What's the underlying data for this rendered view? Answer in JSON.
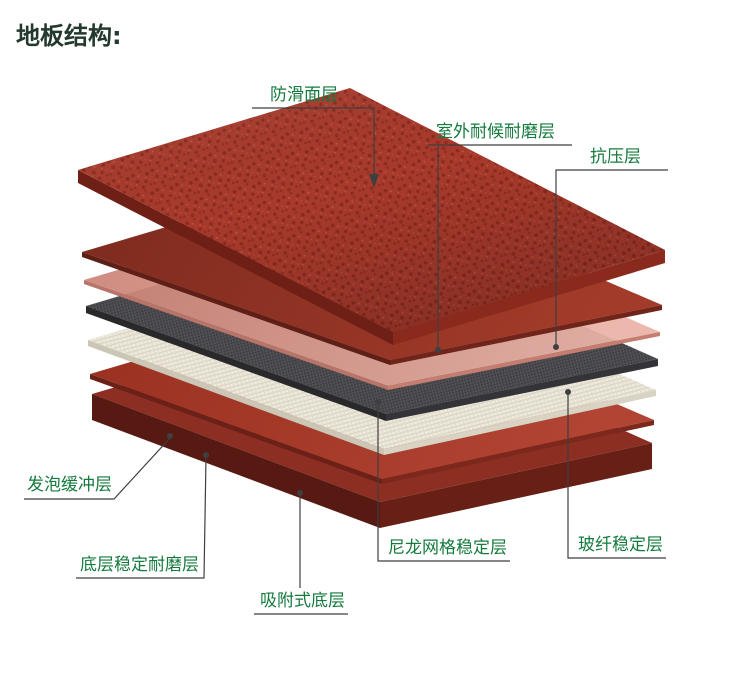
{
  "title": "地板结构:",
  "callouts": {
    "anti_slip": "防滑面层",
    "outdoor_wear": "室外耐候耐磨层",
    "compression": "抗压层",
    "foam_cushion": "发泡缓冲层",
    "bottom_wear": "底层稳定耐磨层",
    "adsorption_bottom": "吸附式底层",
    "nylon_mesh": "尼龙网格稳定层",
    "fiberglass": "玻纤稳定层"
  },
  "layers": [
    {
      "name": "anti-slip-surface",
      "label": "防滑面层",
      "color": "#a83a2c"
    },
    {
      "name": "outdoor-weather-wear",
      "label": "室外耐候耐磨层",
      "color": "#8e3122"
    },
    {
      "name": "compression-resistant",
      "label": "抗压层",
      "color": "#dd9588"
    },
    {
      "name": "nylon-mesh-stabilizer",
      "label": "尼龙网格稳定层",
      "color": "#4a4a4e"
    },
    {
      "name": "fiberglass-stabilizer",
      "label": "玻纤稳定层",
      "color": "#efebe0"
    },
    {
      "name": "bottom-stable-wear",
      "label": "底层稳定耐磨层",
      "color": "#a23527"
    },
    {
      "name": "foam-cushion-base",
      "label": "发泡缓冲层 / 吸附式底层",
      "color": "#8c2e22"
    }
  ],
  "colors": {
    "background": "#ffffff",
    "title_text": "#24392e",
    "label_text": "#157a3d",
    "callout_line": "#3f3f3f"
  }
}
